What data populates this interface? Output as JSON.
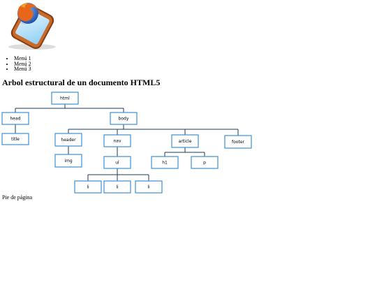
{
  "header": {
    "logo_name": "firefox-phone-logo"
  },
  "menu": {
    "items": [
      "Menú 1",
      "Menú 2",
      "Menú 3"
    ]
  },
  "main": {
    "title": "Arbol estructural de un documento HTML5"
  },
  "diagram": {
    "nodes": {
      "html": "html",
      "head": "head",
      "body": "body",
      "title": "title",
      "header": "header",
      "nav": "nav",
      "article": "article",
      "footer": "footer",
      "img": "img",
      "ul": "ul",
      "h1": "h1",
      "p": "p",
      "li1": "li",
      "li2": "li",
      "li3": "li"
    },
    "colors": {
      "box_border": "#3c8fd4",
      "line": "#1f3a5a"
    }
  },
  "footer": {
    "text": "Pie de página"
  }
}
